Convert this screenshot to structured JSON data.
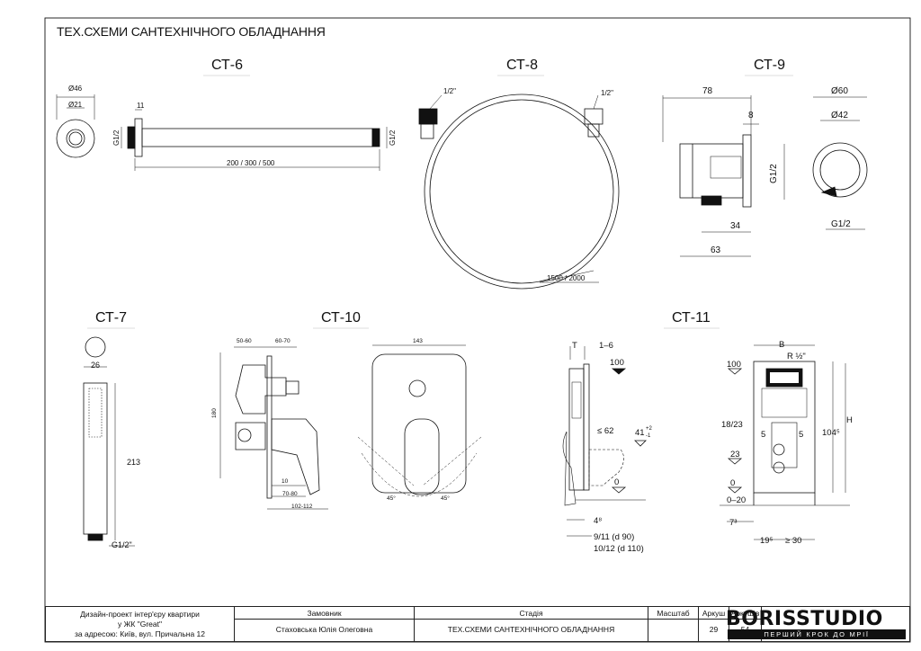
{
  "sheet_title": "ТЕХ.СХЕМИ САНТЕХНІЧНОГО ОБЛАДНАННЯ",
  "labels": {
    "ct6": "СТ-6",
    "ct8": "СТ-8",
    "ct9": "СТ-9",
    "ct7": "СТ-7",
    "ct10": "СТ-10",
    "ct11": "СТ-11"
  },
  "dims": {
    "ct6": {
      "d46": "Ø46",
      "d21": "Ø21",
      "w11": "11",
      "g12a": "G1/2",
      "g12b": "G1/2",
      "len": "200 / 300 / 500"
    },
    "ct8": {
      "g1": "1/2\"",
      "g2": "1/2\"",
      "len": "1500 / 2000"
    },
    "ct9": {
      "w78": "78",
      "w8": "8",
      "g12": "G1/2",
      "w34": "34",
      "w63": "63",
      "d60": "Ø60",
      "d42": "Ø42",
      "g12b": "G1/2"
    },
    "ct7": {
      "d26": "26",
      "h213": "213",
      "g12": "G1/2\""
    },
    "ct10": {
      "w5060": "50-60",
      "w6070": "60-70",
      "h180": "180",
      "w10": "10",
      "w7080": "70-80",
      "w102112": "102-112",
      "w143": "143",
      "a1": "45°",
      "a2": "45°"
    },
    "ct11": {
      "T": "T",
      "w16": "1–6",
      "v100a": "100",
      "le62": "≤ 62",
      "v41": "41",
      "v41sup": "+2",
      "v41sub": "-1",
      "v0a": "0",
      "w48": "4⁸",
      "w911": "9/11   (d 90)",
      "w1012": "10/12 (d 110)",
      "B": "B",
      "R12": "R ½\"",
      "v100b": "100",
      "v1823": "18/23",
      "v5a": "5",
      "v5b": "5",
      "v23": "23",
      "v0b": "0",
      "v020": "0–20",
      "w73": "7³",
      "w195": "19⁵",
      "ge30": "≥ 30",
      "H": "H",
      "h1045": "104⁵"
    }
  },
  "title_block": {
    "project_l1": "Дизайн-проект інтер'єру квартири",
    "project_l2": "у ЖК \"Great\"",
    "project_l3": "за адресою: Київ, вул. Причальна 12",
    "h_client": "Замовник",
    "client": "Стаховська Юлія Олеговна",
    "h_stage": "Стадія",
    "stage": "ТЕХ.СХЕМИ САНТЕХНІЧНОГО ОБЛАДНАННЯ",
    "h_scale": "Масштаб",
    "scale": "",
    "h_sheet": "Аркуш",
    "sheet": "29",
    "h_sheets": "Аркушів",
    "sheets": "54",
    "brand": "BORISSTUDIO",
    "tagline": "ПЕРШИЙ КРОК ДО МРІЇ"
  }
}
